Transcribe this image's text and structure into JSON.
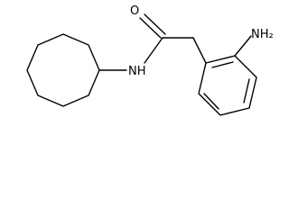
{
  "molecule": {
    "atoms": {
      "carbonyl_oxygen": "O",
      "amide_nitrogen": "NH",
      "aniline_amine": "NH₂"
    }
  }
}
